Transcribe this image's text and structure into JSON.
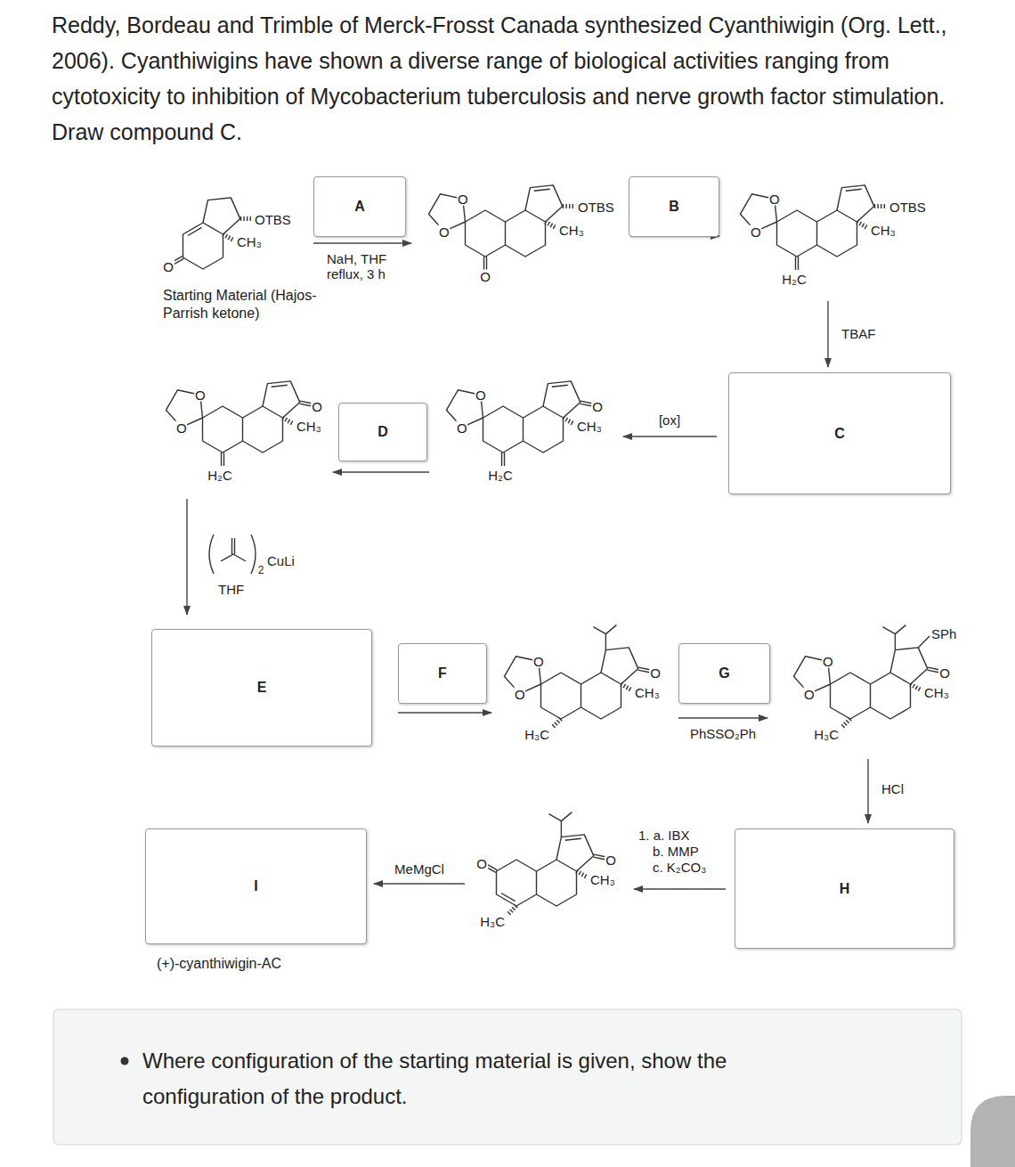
{
  "diagram": {
    "title": "Reddy, Bordeau and Trimble of Merck-Frosst Canada synthesized Cyanthiwigin (Org. Lett., 2006). Cyanthiwigins have shown a diverse range of biological activities ranging from cytotoxicity to inhibition of Mycobacterium tuberculosis and nerve growth factor stimulation. Draw compound C.",
    "caption": "Where configuration of the starting material is given, show the configuration of the product.",
    "nodes": [
      {
        "text": [
          "A"
        ]
      },
      {
        "text": [
          "B"
        ]
      },
      {
        "text": [
          "C"
        ]
      },
      {
        "text": [
          "D"
        ]
      },
      {
        "text": [
          "E"
        ]
      },
      {
        "text": [
          "F"
        ]
      },
      {
        "text": [
          "G"
        ]
      },
      {
        "text": [
          "H"
        ]
      },
      {
        "text": [
          "I",
          "(+)-cyanthiwigin-AC"
        ]
      }
    ],
    "labels": [
      "OTBS",
      "CH₃",
      "O",
      "Starting Material (Hajos-Parrish ketone)",
      "NaH, THF reflux, 3 h",
      "O",
      "O",
      "O",
      "OTBS",
      "CH₃",
      "O",
      "O",
      "H₂C",
      "OTBS",
      "CH₃",
      "TBAF",
      "O",
      "O",
      "O",
      "CH₃",
      "H₂C",
      "O",
      "O",
      "O",
      "CH₃",
      "H₂C",
      "[ox]",
      "2",
      "CuLi",
      "THF",
      "O",
      "O",
      "O",
      "CH₃",
      "H₃C",
      "PhSSO₂Ph",
      "O",
      "O",
      "SPh",
      "O",
      "CH₃",
      "H₃C",
      "HCl",
      "1. a. IBX",
      "b. MMP",
      "c. K₂CO₃",
      "MeMgCl",
      "O",
      "O",
      "CH₃",
      "H₃C"
    ]
  }
}
